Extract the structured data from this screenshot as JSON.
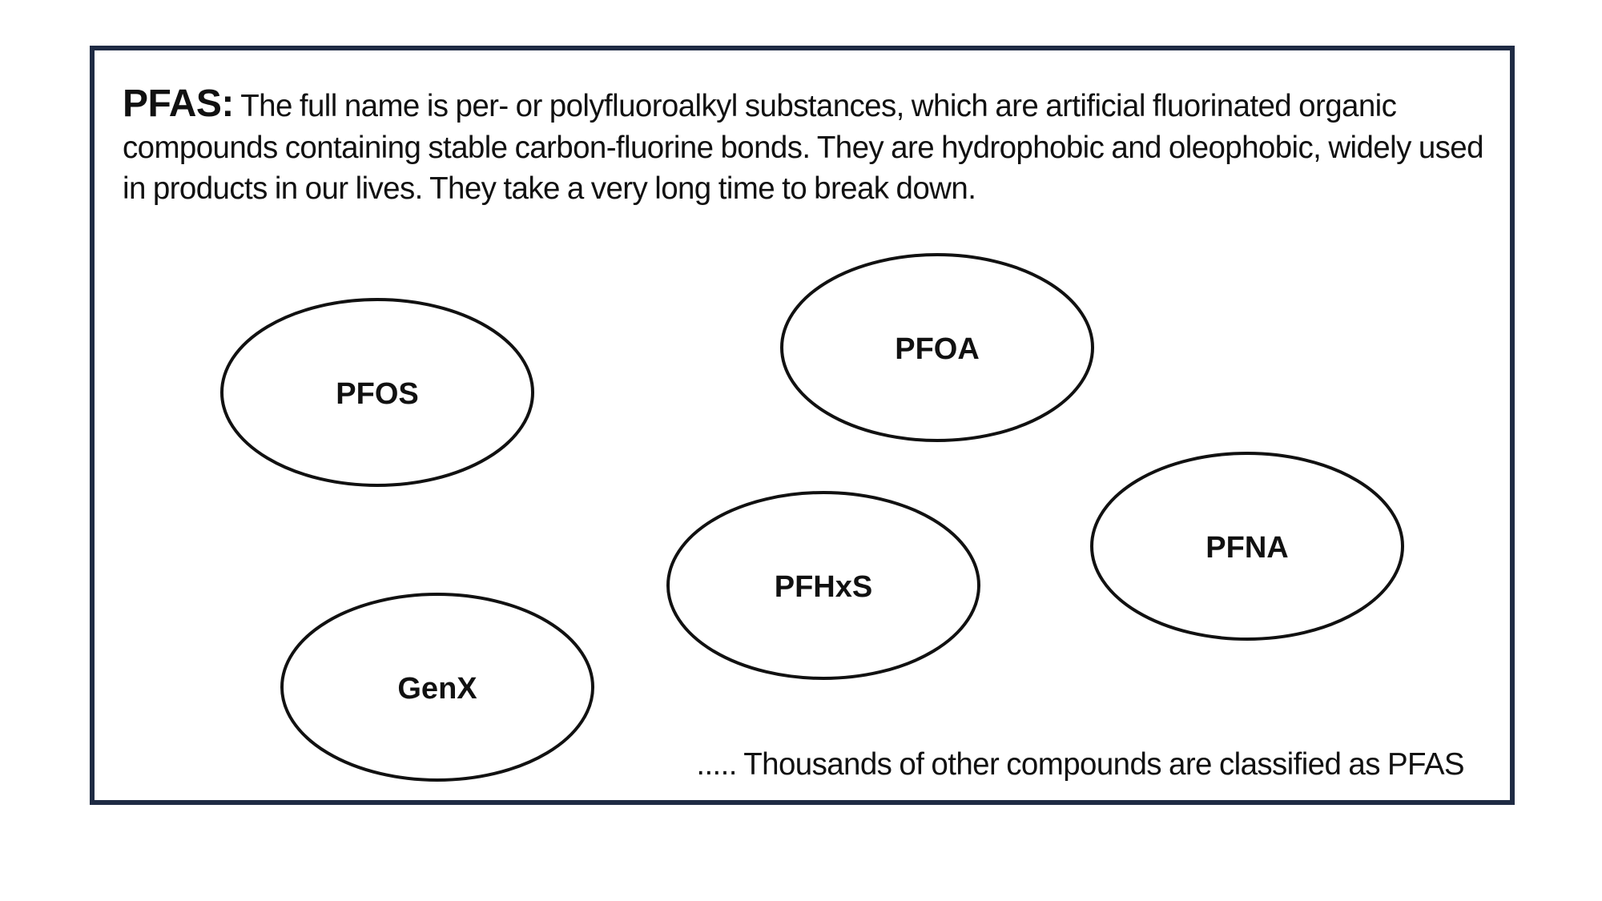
{
  "definition": {
    "term": "PFAS:",
    "text": "The full name is per- or polyfluoroalkyl substances, which are artificial fluorinated organic compounds containing stable carbon-fluorine bonds. They are hydrophobic and oleophobic, widely used in products in our lives. They take a very long time to break down."
  },
  "compounds": [
    {
      "id": "pfos",
      "label": "PFOS"
    },
    {
      "id": "pfoa",
      "label": "PFOA"
    },
    {
      "id": "pfna",
      "label": "PFNA"
    },
    {
      "id": "pfhxs",
      "label": "PFHxS"
    },
    {
      "id": "genx",
      "label": "GenX"
    }
  ],
  "footnote": "..... Thousands of other compounds are classified as PFAS",
  "colors": {
    "frame_border": "#1f2b44",
    "text": "#111111",
    "ellipse_stroke": "#111111"
  }
}
